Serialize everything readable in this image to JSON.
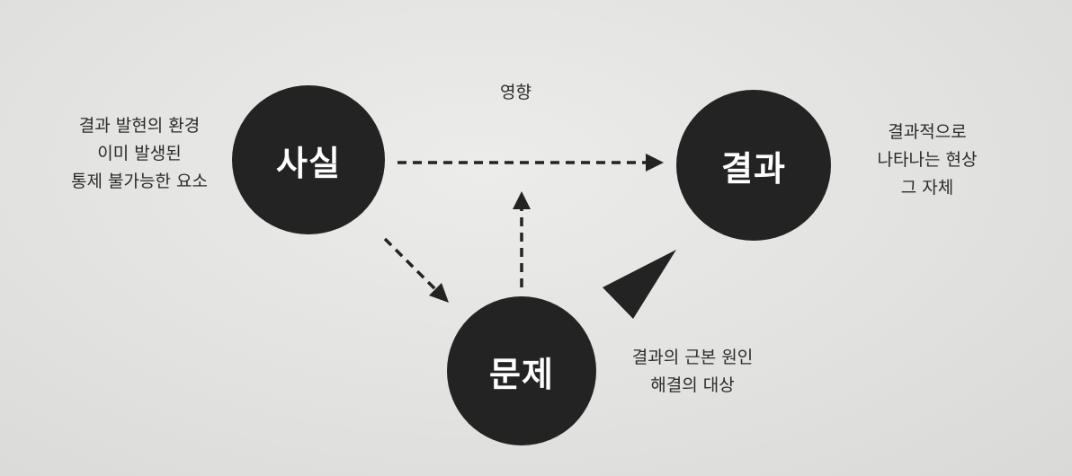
{
  "nodes": {
    "fact": "사실",
    "result": "결과",
    "problem": "문제"
  },
  "descriptions": {
    "fact": [
      "결과 발현의 환경",
      "이미 발생된",
      "통제 불가능한 요소"
    ],
    "result": [
      "결과적으로",
      "나타나는 현상",
      "그 자체"
    ],
    "problem": [
      "결과의 근본 원인",
      "해결의 대상"
    ]
  },
  "labels": {
    "influence": "영향"
  },
  "colors": {
    "background": "#e4e4e2",
    "node_fill": "#232323",
    "node_text": "#ffffff",
    "text": "#2b2b2b"
  }
}
